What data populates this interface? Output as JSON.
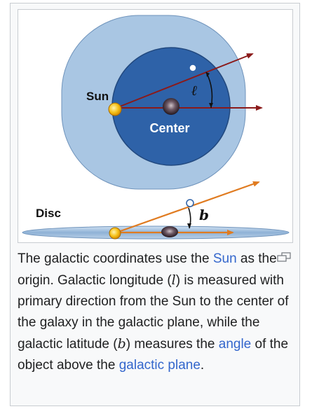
{
  "diagram": {
    "sun_label": "Sun",
    "center_label": "Center",
    "longitude_symbol": "ℓ",
    "disc_label": "Disc",
    "latitude_symbol": "b"
  },
  "caption": {
    "part1": "The galactic coordinates use the ",
    "link_sun": "Sun",
    "part2": " as the origin. Galactic longitude (",
    "symbol_l": "l",
    "part3": ") is measured with primary direction from the Sun to the center of the galaxy in the galactic plane, while the galactic latitude (",
    "symbol_b": "b",
    "part4": ") measures the ",
    "link_angle": "angle",
    "part5": " of the object above the ",
    "link_plane": "galactic plane",
    "part6": "."
  },
  "icons": {
    "enlarge": "enlarge-icon"
  },
  "colors": {
    "outer_halo": "#a9c6e3",
    "inner_disc": "#2e62a8",
    "arrow": "#8b1a1a",
    "disc_arrow": "#e07b20",
    "sun": "#f5b400",
    "link": "#3366cc"
  }
}
